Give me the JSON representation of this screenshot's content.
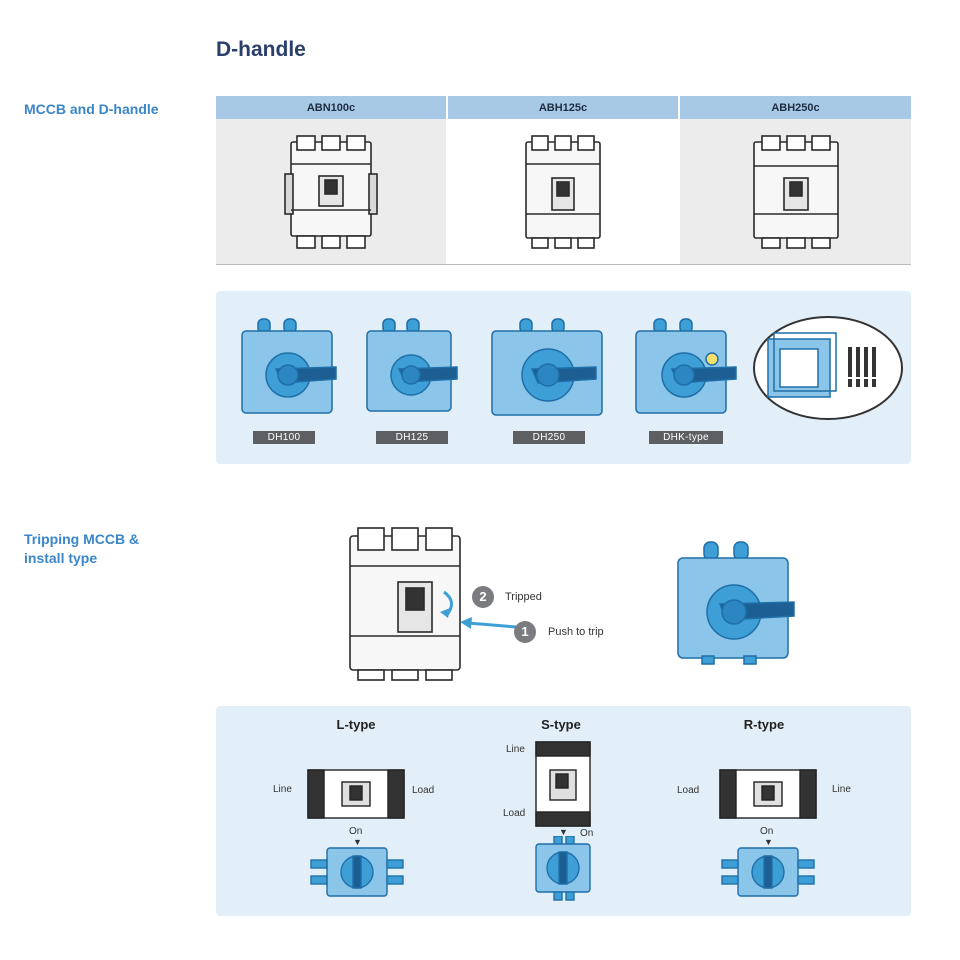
{
  "page": {
    "title": "D-handle",
    "section_mccb": "MCCB and D-handle",
    "section_tripping_line1": "Tripping MCCB &",
    "section_tripping_line2": "install type"
  },
  "models": [
    {
      "name": "ABN100c"
    },
    {
      "name": "ABH125c"
    },
    {
      "name": "ABH250c"
    }
  ],
  "handles": [
    {
      "label": "DH100"
    },
    {
      "label": "DH125"
    },
    {
      "label": "DH250"
    },
    {
      "label": "DHK-type"
    }
  ],
  "tripping": {
    "step2_number": "2",
    "step2_label": "Tripped",
    "step1_number": "1",
    "step1_label": "Push to trip"
  },
  "install_types": {
    "l_type": {
      "title": "L-type",
      "left_label": "Line",
      "right_label": "Load",
      "on_label": "On"
    },
    "s_type": {
      "title": "S-type",
      "top_label": "Line",
      "bottom_label": "Load",
      "on_label": "On"
    },
    "r_type": {
      "title": "R-type",
      "left_label": "Load",
      "right_label": "Line",
      "on_label": "On"
    }
  },
  "colors": {
    "title": "#2a3f6b",
    "side_heading": "#3a86c8",
    "table_header": "#a8c9e6",
    "panel_bg": "#e2eef8",
    "handle_blue": "#3d9fd6",
    "tag_bg": "#5d5f62"
  }
}
